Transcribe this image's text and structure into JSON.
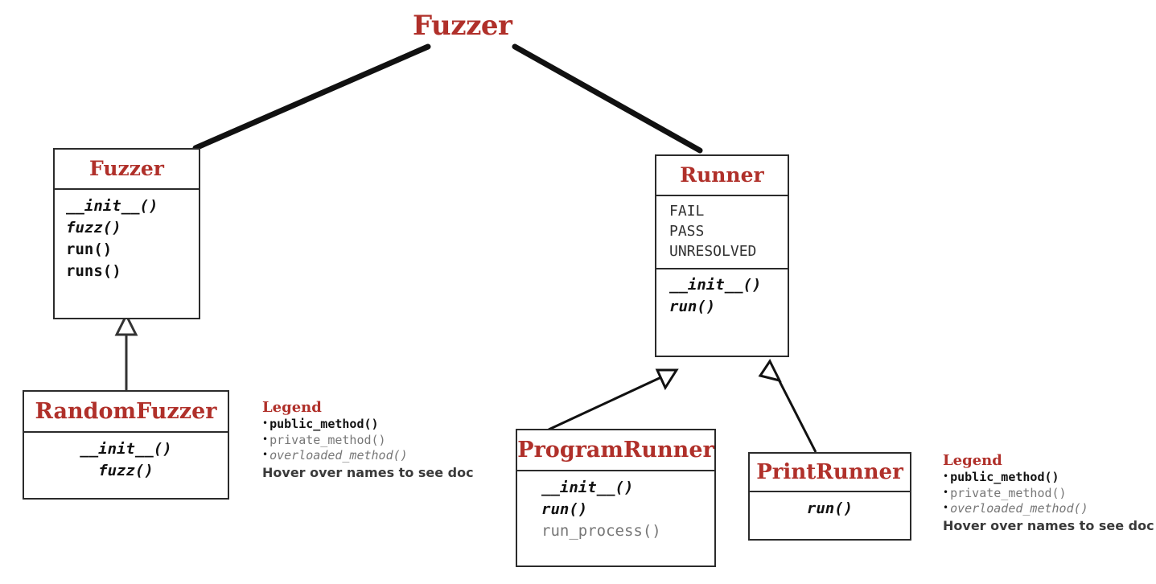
{
  "diagram": {
    "type": "uml-class-diagram",
    "title": "Fuzzer",
    "accent_color": "#B0302A",
    "line_color": "#111111",
    "private_color": "#777777",
    "background": "#ffffff"
  },
  "classes": [
    {
      "id": "fuzzer",
      "name": "Fuzzer",
      "attributes": [],
      "methods": [
        {
          "label": "__init__()",
          "kind": "overloaded"
        },
        {
          "label": "fuzz()",
          "kind": "overloaded"
        },
        {
          "label": "run()",
          "kind": "public"
        },
        {
          "label": "runs()",
          "kind": "public"
        }
      ]
    },
    {
      "id": "random-fuzzer",
      "name": "RandomFuzzer",
      "attributes": [],
      "methods": [
        {
          "label": "__init__()",
          "kind": "overloaded"
        },
        {
          "label": "fuzz()",
          "kind": "overloaded"
        }
      ]
    },
    {
      "id": "runner",
      "name": "Runner",
      "attributes": [
        "FAIL",
        "PASS",
        "UNRESOLVED"
      ],
      "methods": [
        {
          "label": "__init__()",
          "kind": "overloaded"
        },
        {
          "label": "run()",
          "kind": "overloaded"
        }
      ]
    },
    {
      "id": "program-runner",
      "name": "ProgramRunner",
      "attributes": [],
      "methods": [
        {
          "label": "__init__()",
          "kind": "overloaded"
        },
        {
          "label": "run()",
          "kind": "overloaded"
        },
        {
          "label": "run_process()",
          "kind": "private"
        }
      ]
    },
    {
      "id": "print-runner",
      "name": "PrintRunner",
      "attributes": [],
      "methods": [
        {
          "label": "run()",
          "kind": "overloaded"
        }
      ]
    }
  ],
  "relations": [
    {
      "from": "fuzzer",
      "to": "title",
      "kind": "title-connector"
    },
    {
      "from": "runner",
      "to": "title",
      "kind": "title-connector"
    },
    {
      "from": "random-fuzzer",
      "to": "fuzzer",
      "kind": "inheritance"
    },
    {
      "from": "program-runner",
      "to": "runner",
      "kind": "inheritance"
    },
    {
      "from": "print-runner",
      "to": "runner",
      "kind": "inheritance"
    }
  ],
  "legends": [
    {
      "id": "legend-left",
      "title": "Legend",
      "entries": [
        {
          "label": "public_method()",
          "kind": "public"
        },
        {
          "label": "private_method()",
          "kind": "private"
        },
        {
          "label": "overloaded_method()",
          "kind": "overloaded"
        }
      ],
      "hint": "Hover over names to see doc"
    },
    {
      "id": "legend-right",
      "title": "Legend",
      "entries": [
        {
          "label": "public_method()",
          "kind": "public"
        },
        {
          "label": "private_method()",
          "kind": "private"
        },
        {
          "label": "overloaded_method()",
          "kind": "overloaded"
        }
      ],
      "hint": "Hover over names to see doc"
    }
  ],
  "bullet_glyph": "•"
}
